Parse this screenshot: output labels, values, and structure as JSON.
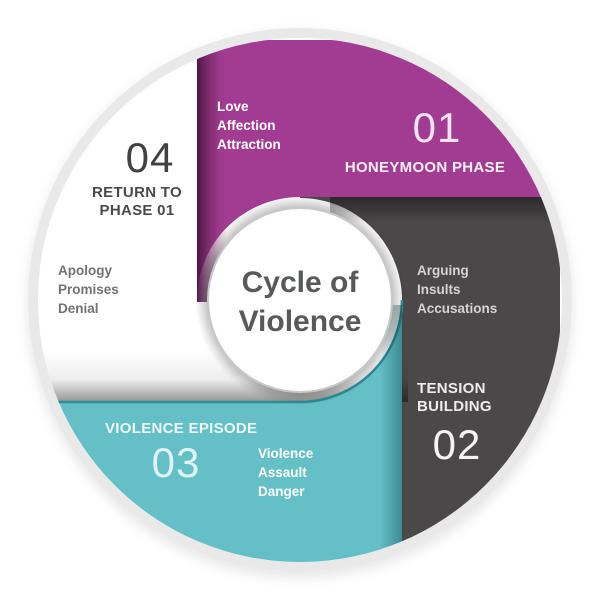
{
  "title": {
    "line1": "Cycle of",
    "line2": "Violence",
    "full": "Cycle of Violence"
  },
  "phases": [
    {
      "number": "01",
      "name": "HONEYMOON PHASE",
      "name_lines": [
        "HONEYMOON PHASE"
      ],
      "items": [
        "Love",
        "Affection",
        "Attraction"
      ],
      "color": "#A23C92"
    },
    {
      "number": "02",
      "name": "TENSION BUILDING",
      "name_lines": [
        "TENSION",
        "BUILDING"
      ],
      "items": [
        "Arguing",
        "Insults",
        "Accusations"
      ],
      "color": "#4B4849"
    },
    {
      "number": "03",
      "name": "VIOLENCE EPISODE",
      "name_lines": [
        "VIOLENCE EPISODE"
      ],
      "items": [
        "Violence",
        "Assault",
        "Danger"
      ],
      "color": "#64BFC6"
    },
    {
      "number": "04",
      "name": "RETURN TO PHASE 01",
      "name_lines": [
        "RETURN TO",
        "PHASE 01"
      ],
      "items": [
        "Apology",
        "Promises",
        "Denial"
      ],
      "color": "#FFFFFF"
    }
  ],
  "colors": {
    "purple": "#A23C92",
    "purple_fold": "#4A1242",
    "gray": "#4B4849",
    "teal": "#64BFC6",
    "teal_edge": "#2E8F98",
    "outer_ring": "#E9E9E9",
    "center_ring": "#C8C8C8",
    "text_dark": "#58595B"
  }
}
